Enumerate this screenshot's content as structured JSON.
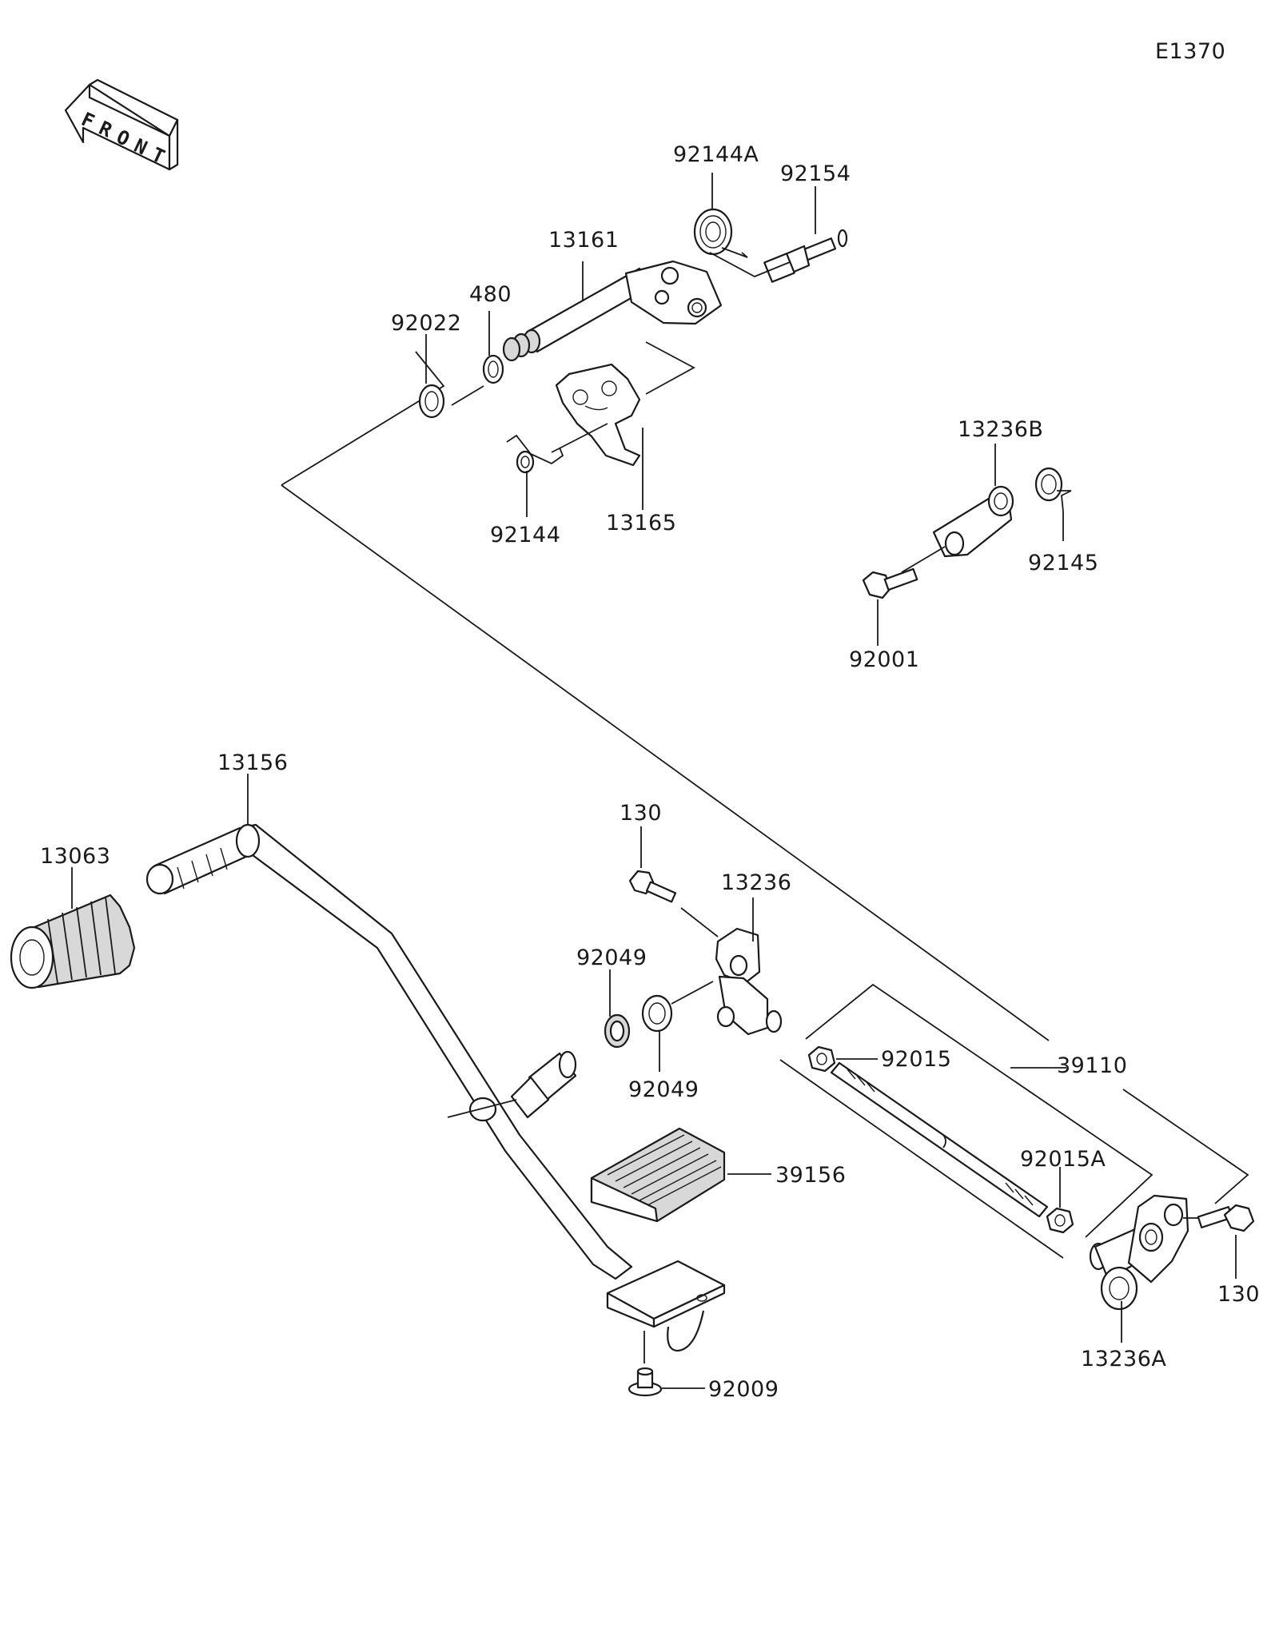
{
  "diagram_code": "E1370",
  "front_marker": {
    "letters": [
      "F",
      "R",
      "O",
      "N",
      "T"
    ],
    "icon": "front-arrow-icon"
  },
  "parts": {
    "p92144A": "92144A",
    "p92154": "92154",
    "p13161": "13161",
    "p480": "480",
    "p92022": "92022",
    "p92144": "92144",
    "p13165": "13165",
    "p13236B": "13236B",
    "p92145": "92145",
    "p92001": "92001",
    "p13156": "13156",
    "p13063": "13063",
    "p130_top": "130",
    "p13236": "13236",
    "p92049_a": "92049",
    "p92049_b": "92049",
    "p92015": "92015",
    "p39110": "39110",
    "p92015A": "92015A",
    "p39156": "39156",
    "p130_right": "130",
    "p13236A": "13236A",
    "p92009": "92009"
  }
}
